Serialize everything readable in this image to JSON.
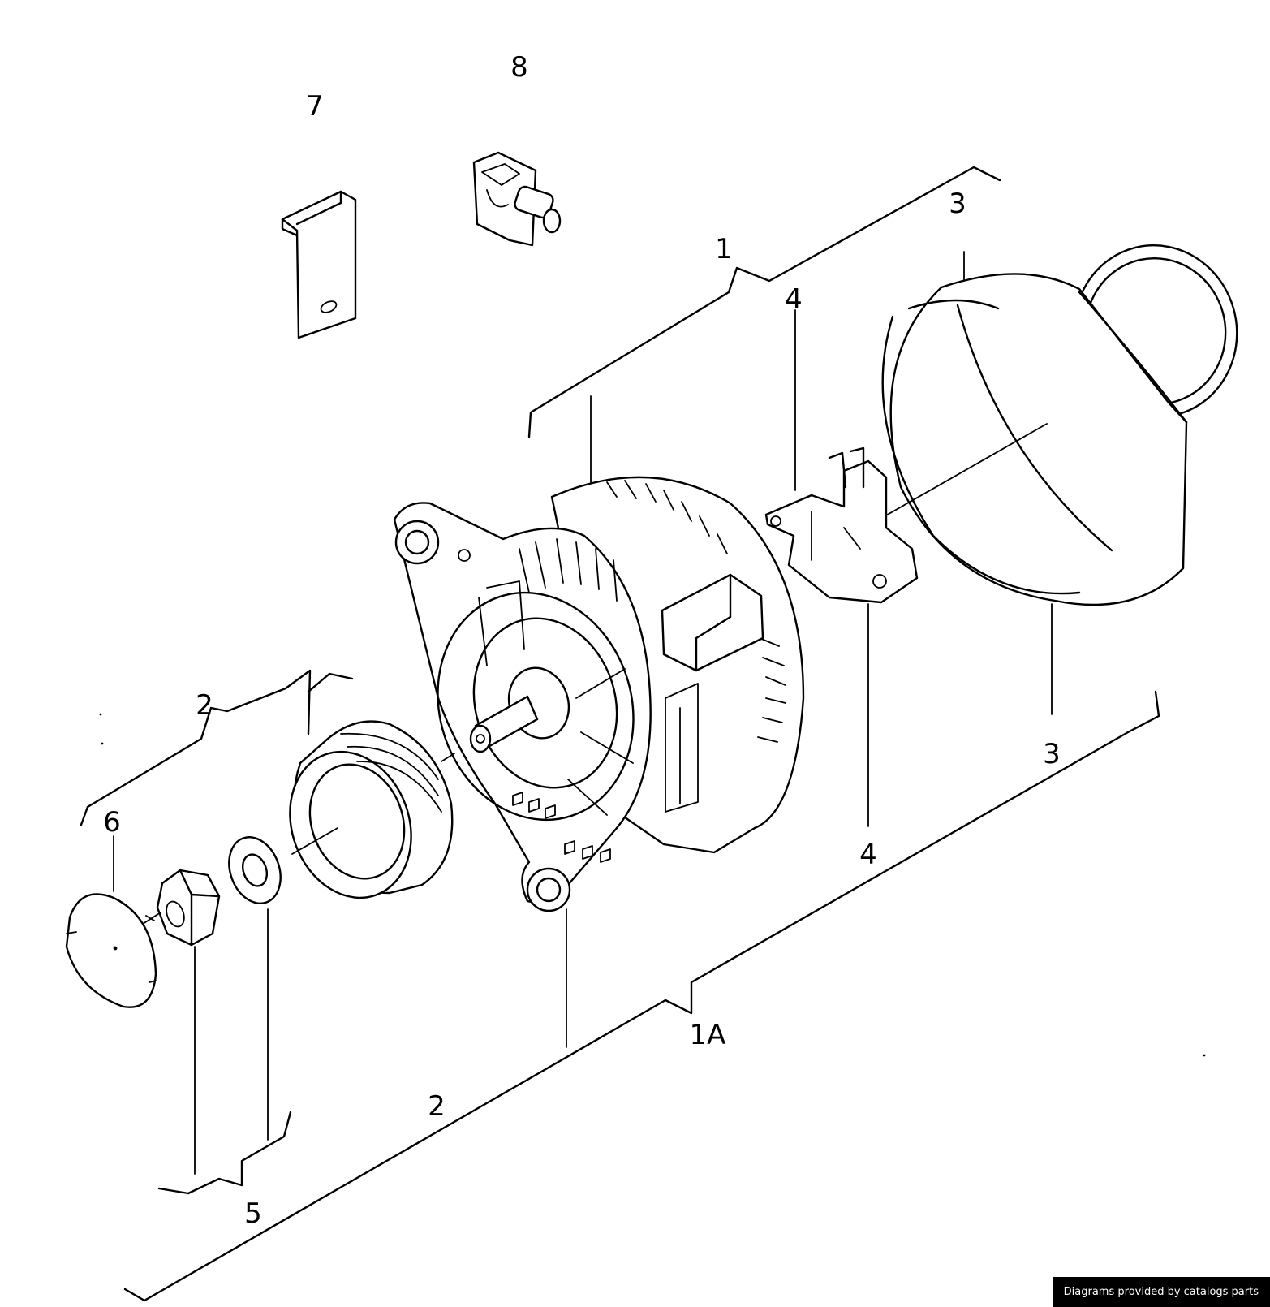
{
  "labels": {
    "part_1": "1",
    "part_1A": "1A",
    "part_2_upper": "2",
    "part_2_lower": "2",
    "part_3_upper": "3",
    "part_3_lower": "3",
    "part_4_upper": "4",
    "part_4_lower": "4",
    "part_5": "5",
    "part_6": "6",
    "part_7": "7",
    "part_8": "8"
  },
  "credit": "Diagrams provided by catalogs parts"
}
